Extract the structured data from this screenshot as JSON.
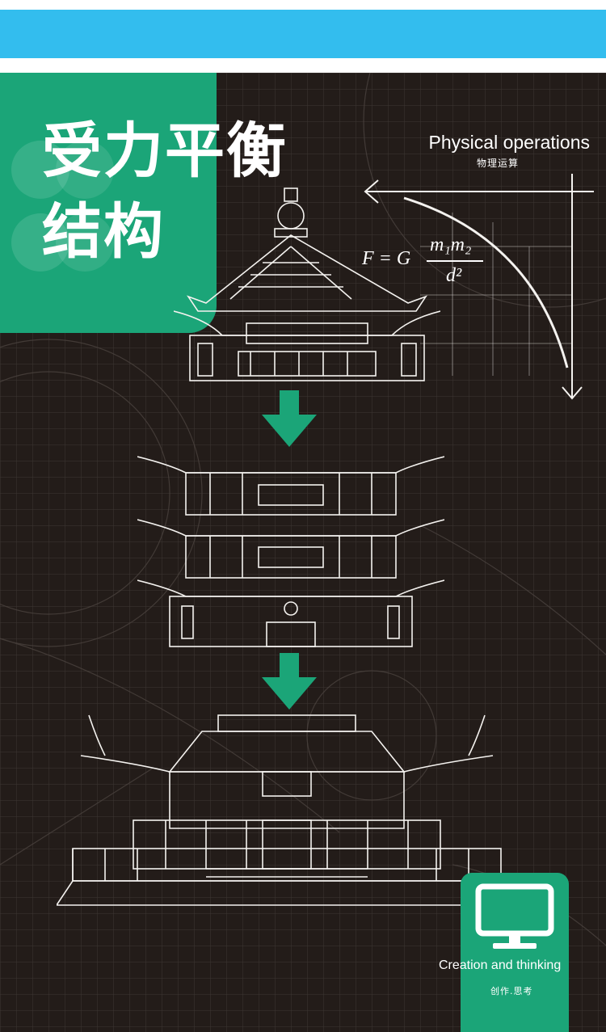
{
  "colors": {
    "blue_bar": "#33bdee",
    "green": "#1ba578",
    "dark_bg": "#231c19",
    "grid_line": "#3d3633",
    "line_art": "#f4f2ef"
  },
  "badge": {
    "line1": "受力平衡",
    "line2": "结构"
  },
  "physics": {
    "title": "Physical operations",
    "subtitle": "物理运算",
    "formula_lhs": "F = G",
    "formula_numerator": "m₁m₂",
    "formula_denominator": "d²"
  },
  "icons": {
    "arrow_down_1": "arrow-down-icon",
    "arrow_down_2": "arrow-down-icon",
    "monitor": "monitor-icon"
  },
  "card": {
    "title": "Creation and thinking",
    "subtitle": "创作.思考"
  }
}
